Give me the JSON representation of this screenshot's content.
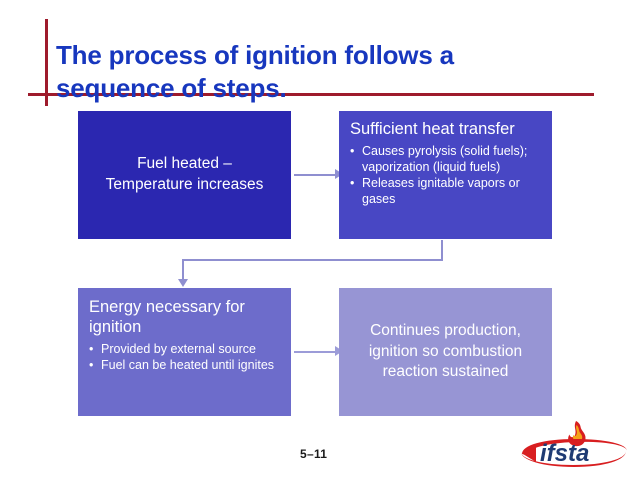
{
  "slide": {
    "title": "The process of ignition follows a\nsequence of steps.",
    "page_number": "5–11",
    "accent_red": "#9E1B2C",
    "title_blue": "#1737BE"
  },
  "diagram": {
    "type": "process-flow",
    "boxes": [
      {
        "id": "fuel-heated",
        "style": "centered",
        "color": "#2B27B0",
        "text": "Fuel heated –\nTemperature increases"
      },
      {
        "id": "heat-transfer",
        "style": "heading-bullets",
        "color": "#4847C4",
        "heading": "Sufficient heat transfer",
        "bullets": [
          "Causes pyrolysis (solid fuels); vaporization (liquid fuels)",
          "Releases ignitable vapors or gases"
        ]
      },
      {
        "id": "energy-ignition",
        "style": "heading-bullets",
        "color": "#6D6CCB",
        "heading": "Energy necessary for ignition",
        "bullets": [
          "Provided by external source",
          "Fuel can be heated until ignites"
        ]
      },
      {
        "id": "continues-production",
        "style": "centered",
        "color": "#9795D4",
        "text": "Continues production,\nignition so combustion\nreaction sustained"
      }
    ],
    "connectors": [
      {
        "id": "arrow-1",
        "from": "fuel-heated",
        "to": "heat-transfer",
        "shape": "straight-right",
        "color": "#8F8FD0"
      },
      {
        "id": "arrow-2",
        "from": "heat-transfer",
        "to": "energy-ignition",
        "shape": "elbow-down-left",
        "color": "#8F8FD0"
      },
      {
        "id": "arrow-3",
        "from": "energy-ignition",
        "to": "continues-production",
        "shape": "straight-right",
        "color": "#9C9CD8"
      }
    ]
  },
  "logo": {
    "name": "ifsta-logo",
    "wordmark": "ifsta",
    "flame_color": "#D81E20",
    "swoosh_color": "#D81E20",
    "text_color": "#1F3B73"
  }
}
